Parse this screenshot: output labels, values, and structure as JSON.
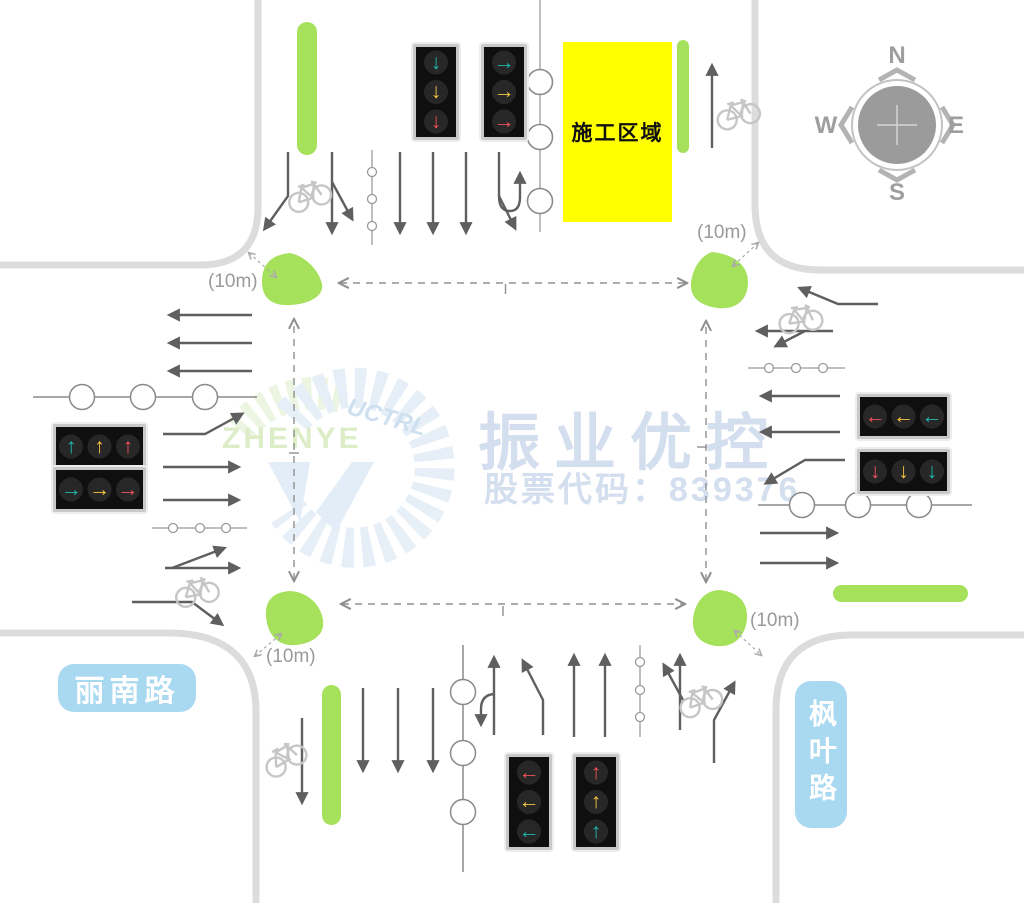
{
  "labels": {
    "construction_zone": "施工区域",
    "distance": "(10m)",
    "road_west": "丽南路",
    "road_east": "枫叶路"
  },
  "compass": {
    "north": "N",
    "east": "E",
    "south": "S",
    "west": "W"
  },
  "watermark": {
    "brand": "振业优控",
    "stock_line": "股票代码：839376",
    "logo_en": "ZHENYE",
    "logo_sub": "UCTRL"
  },
  "colors": {
    "signal_teal": "#1db9b0",
    "signal_yellow": "#f6c644",
    "signal_red": "#f4515a",
    "island_green": "#a6e15b",
    "construction_yellow": "#ffff00",
    "road_label_blue": "#a9d8f1",
    "road_edge_gray": "#dcdcdc",
    "arrow_gray": "#5f5f5f",
    "bike_gray": "#c6c6c6",
    "watermark_blue": "#d3deee",
    "watermark_green": "#dcedc8"
  },
  "signals": [
    {
      "location": "north-leg-lane-signal",
      "arrows": [
        {
          "glyph": "↓",
          "color": "signal_teal",
          "dir": "down"
        },
        {
          "glyph": "↓",
          "color": "signal_yellow",
          "dir": "down"
        },
        {
          "glyph": "↓",
          "color": "signal_red",
          "dir": "down"
        }
      ]
    },
    {
      "location": "north-leg-turn-signal",
      "arrows": [
        {
          "glyph": "→",
          "color": "signal_teal",
          "dir": "right"
        },
        {
          "glyph": "→",
          "color": "signal_yellow",
          "dir": "right"
        },
        {
          "glyph": "→",
          "color": "signal_red",
          "dir": "right"
        }
      ]
    },
    {
      "location": "west-leg-straight-signal",
      "arrows": [
        {
          "glyph": "↑",
          "color": "signal_teal",
          "dir": "up"
        },
        {
          "glyph": "↑",
          "color": "signal_yellow",
          "dir": "up"
        },
        {
          "glyph": "↑",
          "color": "signal_red",
          "dir": "up"
        }
      ]
    },
    {
      "location": "west-leg-turn-signal",
      "arrows": [
        {
          "glyph": "→",
          "color": "signal_teal",
          "dir": "right"
        },
        {
          "glyph": "→",
          "color": "signal_yellow",
          "dir": "right"
        },
        {
          "glyph": "→",
          "color": "signal_red",
          "dir": "right"
        }
      ]
    },
    {
      "location": "east-leg-turn-signal",
      "arrows": [
        {
          "glyph": "←",
          "color": "signal_red",
          "dir": "left"
        },
        {
          "glyph": "←",
          "color": "signal_yellow",
          "dir": "left"
        },
        {
          "glyph": "←",
          "color": "signal_teal",
          "dir": "left"
        }
      ]
    },
    {
      "location": "east-leg-lane-signal",
      "arrows": [
        {
          "glyph": "↓",
          "color": "signal_red",
          "dir": "down"
        },
        {
          "glyph": "↓",
          "color": "signal_yellow",
          "dir": "down"
        },
        {
          "glyph": "↓",
          "color": "signal_teal",
          "dir": "down"
        }
      ]
    },
    {
      "location": "south-leg-turn-signal",
      "arrows": [
        {
          "glyph": "←",
          "color": "signal_red",
          "dir": "left"
        },
        {
          "glyph": "←",
          "color": "signal_yellow",
          "dir": "left"
        },
        {
          "glyph": "←",
          "color": "signal_teal",
          "dir": "left"
        }
      ]
    },
    {
      "location": "south-leg-straight-signal",
      "arrows": [
        {
          "glyph": "↑",
          "color": "signal_red",
          "dir": "up"
        },
        {
          "glyph": "↑",
          "color": "signal_yellow",
          "dir": "up"
        },
        {
          "glyph": "↑",
          "color": "signal_teal",
          "dir": "up"
        }
      ]
    }
  ]
}
